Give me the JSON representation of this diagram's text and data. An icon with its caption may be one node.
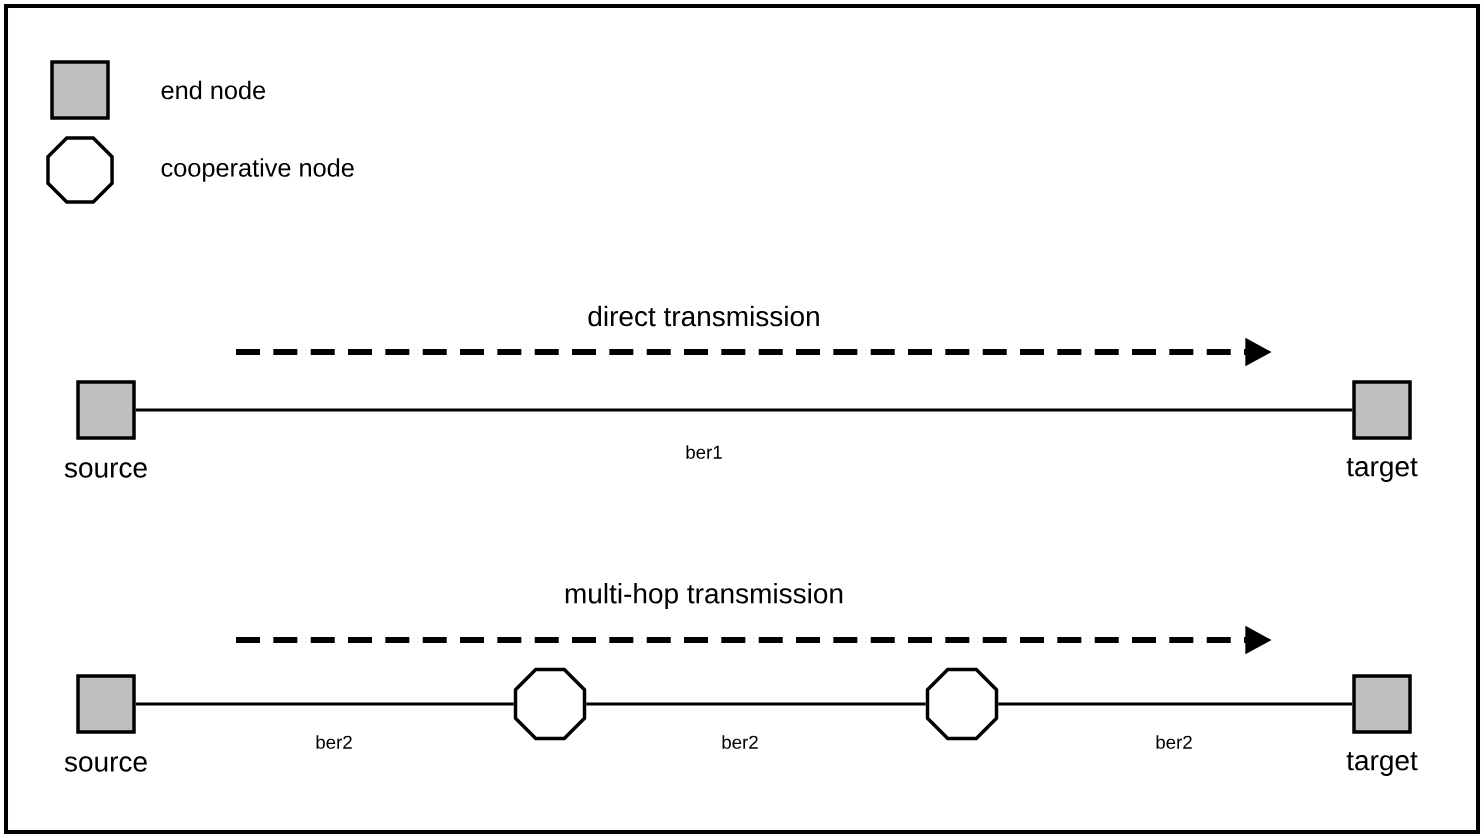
{
  "diagram": {
    "nodes": [
      {
        "text": [],
        "shape": "box",
        "beside": [
          "source"
        ]
      },
      {
        "text": [],
        "shape": "box",
        "beside": [
          "target"
        ]
      },
      {
        "text": [],
        "shape": "box",
        "beside": [
          "source"
        ]
      },
      {
        "text": [],
        "shape": "octagon"
      },
      {
        "text": [],
        "shape": "octagon"
      },
      {
        "text": [],
        "shape": "box",
        "beside": [
          "target"
        ]
      }
    ],
    "edges": [
      {
        "from": 0,
        "to": 1,
        "arrow": "none",
        "label": "ber1"
      },
      {
        "from": 2,
        "to": 3,
        "arrow": "none",
        "label": "ber2"
      },
      {
        "from": 3,
        "to": 4,
        "arrow": "none",
        "label": "ber2"
      },
      {
        "from": 4,
        "to": 5,
        "arrow": "none",
        "label": "ber2"
      }
    ],
    "labels": [
      "direct transmission",
      "multi-hop transmission"
    ],
    "legend": [
      {
        "text": "end node"
      },
      {
        "text": "cooperative node"
      }
    ]
  }
}
